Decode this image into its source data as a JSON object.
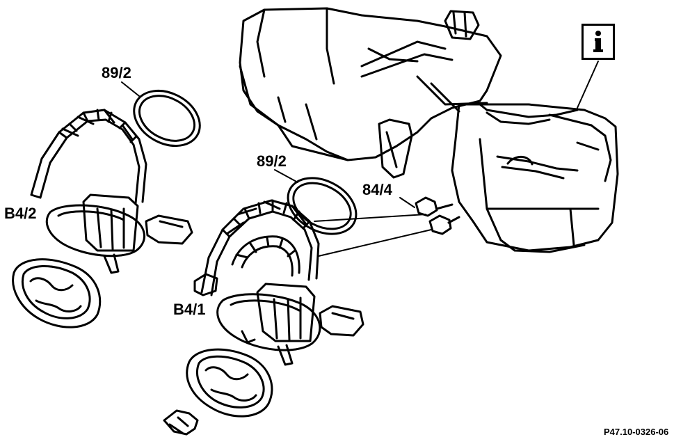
{
  "labels": {
    "seal_upper": "89/2",
    "seal_middle": "89/2",
    "sensor_left": "B4/2",
    "sensor_center": "B4/1",
    "connector": "84/4"
  },
  "figure_code": "P47.10-0326-06",
  "info_symbol": "i",
  "colors": {
    "ink": "#000000",
    "paper": "#ffffff"
  }
}
